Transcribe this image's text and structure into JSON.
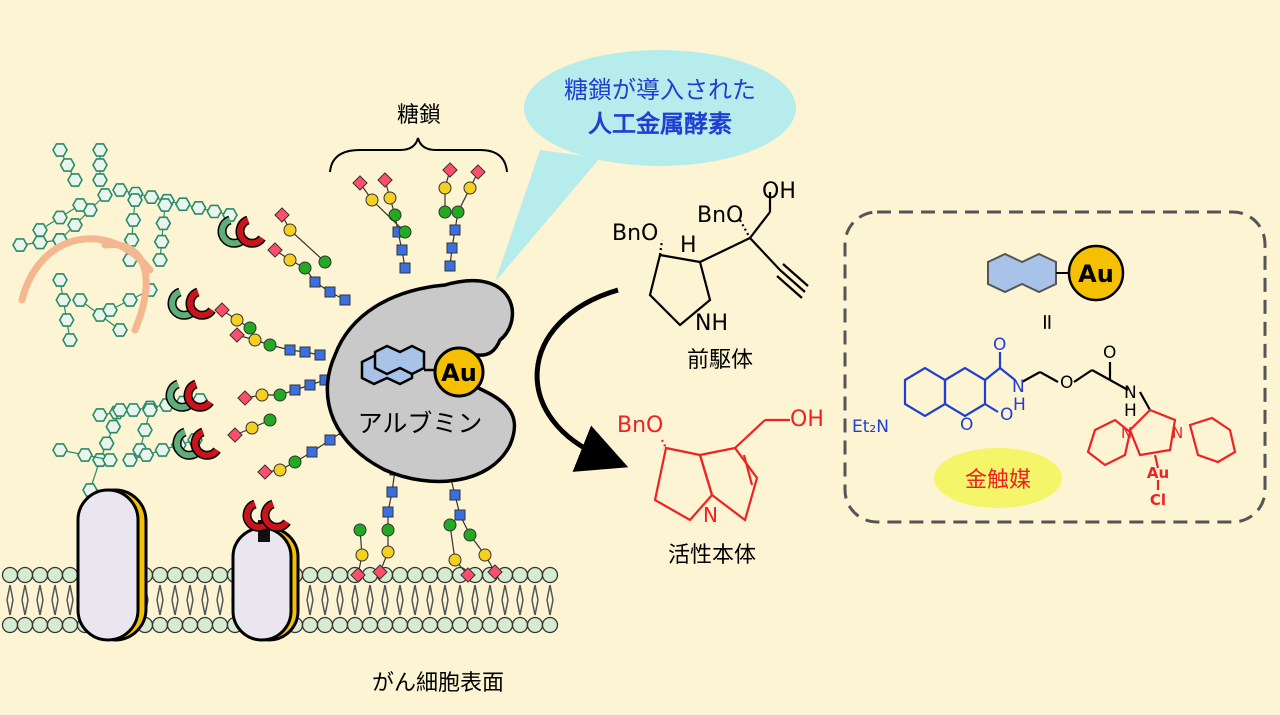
{
  "labels": {
    "glycan": "糖鎖",
    "bubble_line1": "糖鎖が導入された",
    "bubble_line2": "人工金属酵素",
    "albumin": "アルブミン",
    "au": "Au",
    "precursor": "前駆体",
    "active": "活性本体",
    "cell_surface": "がん細胞表面",
    "gold_catalyst": "金触媒",
    "equals": "="
  },
  "chem": {
    "precursor": {
      "bno1": "BnO",
      "bno2": "BnO",
      "h": "H",
      "oh": "OH",
      "nh": "NH"
    },
    "product": {
      "bno": "BnO",
      "oh": "OH",
      "n": "N"
    },
    "catalyst": {
      "et2n": "Et₂N",
      "o1": "O",
      "o2": "O",
      "o3": "O",
      "o4": "O",
      "o5": "O",
      "n_amide1": "N",
      "h_amide1": "H",
      "n_amide2": "N",
      "h_amide2": "H",
      "n_ring1": "N",
      "n_ring2": "N",
      "au": "Au",
      "cl": "Cl"
    }
  },
  "colors": {
    "background": "#fdf4d3",
    "albumin": "#c9c9c9",
    "gold": "#f5c000",
    "bubble": "#b6ecec",
    "blue_text": "#1f3fd0",
    "red_text": "#ee2222",
    "catalyst_highlight": "#f5f56a"
  }
}
